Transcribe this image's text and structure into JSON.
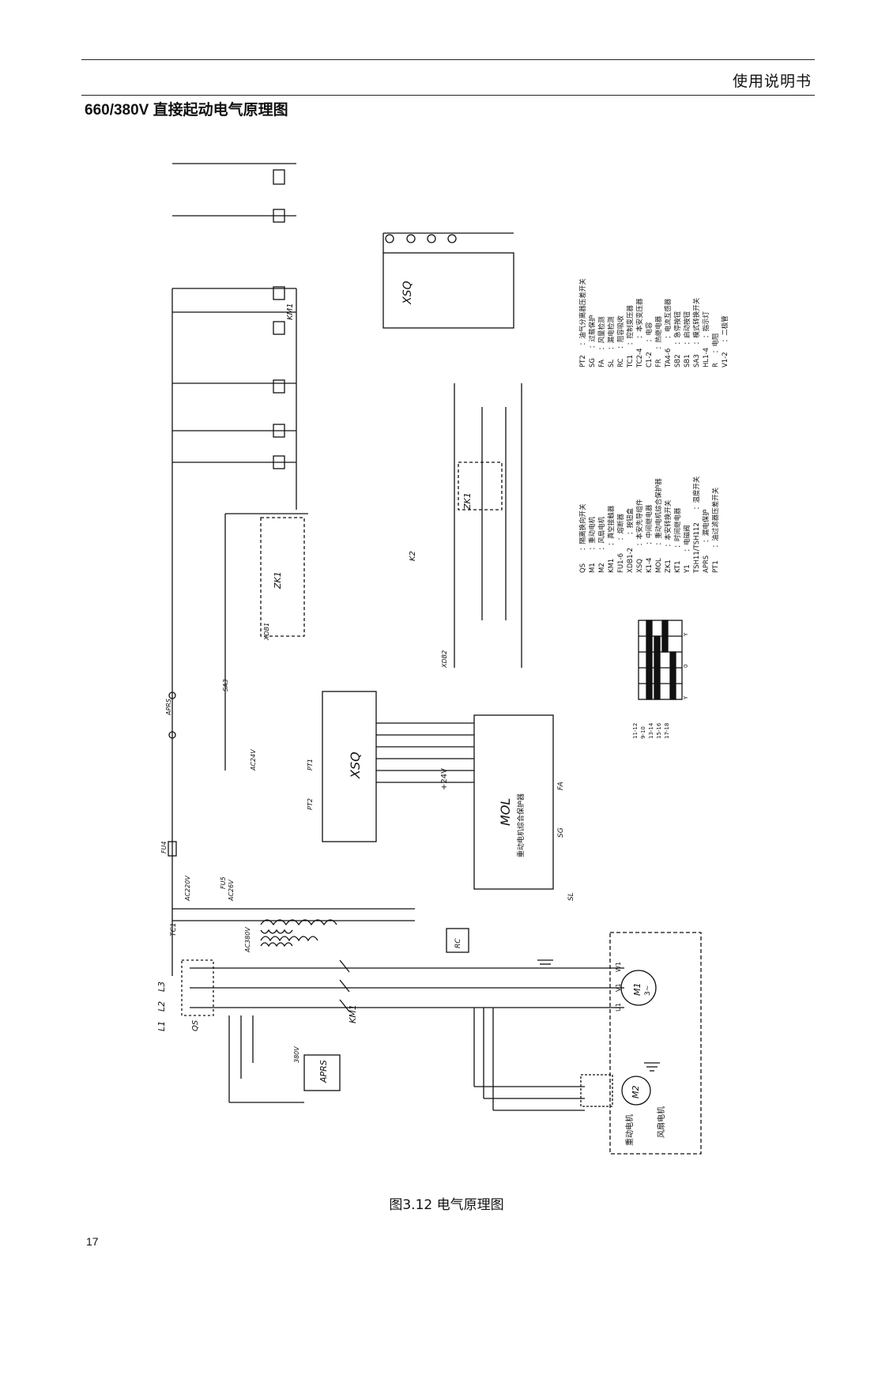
{
  "header": {
    "label": "使用说明书"
  },
  "title": "660/380V 直接起动电气原理图",
  "diagram": {
    "components": {
      "xsq": "XSQ",
      "mol": "MOL",
      "mol_desc": "重动电机综合保护器",
      "zk1": "ZK1",
      "km1": "KM1",
      "qs": "QS",
      "aprs": "APRS",
      "m1": "M1",
      "m1_sub": "3~",
      "m2": "M2",
      "tc1": "TC1",
      "rc": "RC",
      "fa": "FA",
      "sg": "SG",
      "sl": "SL",
      "k2": "K2",
      "xdb1": "XDB1",
      "xdb2": "XDB2",
      "sa3": "SA3",
      "pt1": "PT1",
      "pt2": "PT2",
      "fu4": "FU4",
      "fu5": "FU5"
    },
    "phases": [
      "L1",
      "L2",
      "L3"
    ],
    "motor_terminals": [
      "U1",
      "V1",
      "W1"
    ],
    "voltages": [
      "AC24V",
      "AC26V",
      "AC220V",
      "AC380V",
      "380V",
      "+24V"
    ],
    "bottom_labels": {
      "m1_box": "重动电机",
      "m2_box": "风扇电机"
    },
    "legend": [
      {
        "code": "QS",
        "desc": "：隔离换向开关"
      },
      {
        "code": "M1",
        "desc": "：重动电机"
      },
      {
        "code": "M2",
        "desc": "：风扇电机"
      },
      {
        "code": "KM1",
        "desc": "：真空接触器"
      },
      {
        "code": "FU1-6",
        "desc": "：熔断器"
      },
      {
        "code": "XDB1-2",
        "desc": "：按钮盒"
      },
      {
        "code": "XSQ",
        "desc": "：本安先导组件"
      },
      {
        "code": "K1-4",
        "desc": "：中间继电器"
      },
      {
        "code": "MOL",
        "desc": "：重动电机综合保护器"
      },
      {
        "code": "ZK1",
        "desc": "：本安转换开关"
      },
      {
        "code": "KT1",
        "desc": "：时间继电器"
      },
      {
        "code": "Y1",
        "desc": "：电磁阀"
      },
      {
        "code": "TSH11/TSH112",
        "desc": "：温度开关"
      },
      {
        "code": "APRS",
        "desc": "：漏电保护"
      },
      {
        "code": "PT1",
        "desc": "：油过滤器压差开关"
      },
      {
        "code": "PT2",
        "desc": "：油气分离器压差开关"
      },
      {
        "code": "SG",
        "desc": "：过载保护"
      },
      {
        "code": "FA",
        "desc": "：风量检测"
      },
      {
        "code": "SL",
        "desc": "：漏电检测"
      },
      {
        "code": "RC",
        "desc": "：阻容吸收"
      },
      {
        "code": "TC1",
        "desc": "：控制变压器"
      },
      {
        "code": "TC2-4",
        "desc": "：本安变压器"
      },
      {
        "code": "C1-2",
        "desc": "：电容"
      },
      {
        "code": "FR",
        "desc": "：热继电器"
      },
      {
        "code": "TA4-6",
        "desc": "：电流互感器"
      },
      {
        "code": "SB2",
        "desc": "：急停按钮"
      },
      {
        "code": "SB1",
        "desc": "：启动按钮"
      },
      {
        "code": "SA3",
        "desc": "：模式转换开关"
      },
      {
        "code": "HL1-4",
        "desc": "：指示灯"
      },
      {
        "code": "R",
        "desc": "：电阻"
      },
      {
        "code": "V1-2",
        "desc": "：二极管"
      }
    ],
    "switch_table": {
      "rows": [
        "11-12",
        "9-10",
        "13-14",
        "15-16",
        "17-18"
      ],
      "cols": [
        "Y",
        "0",
        "Y"
      ]
    }
  },
  "caption": "图3.12  电气原理图",
  "page_number": "17"
}
